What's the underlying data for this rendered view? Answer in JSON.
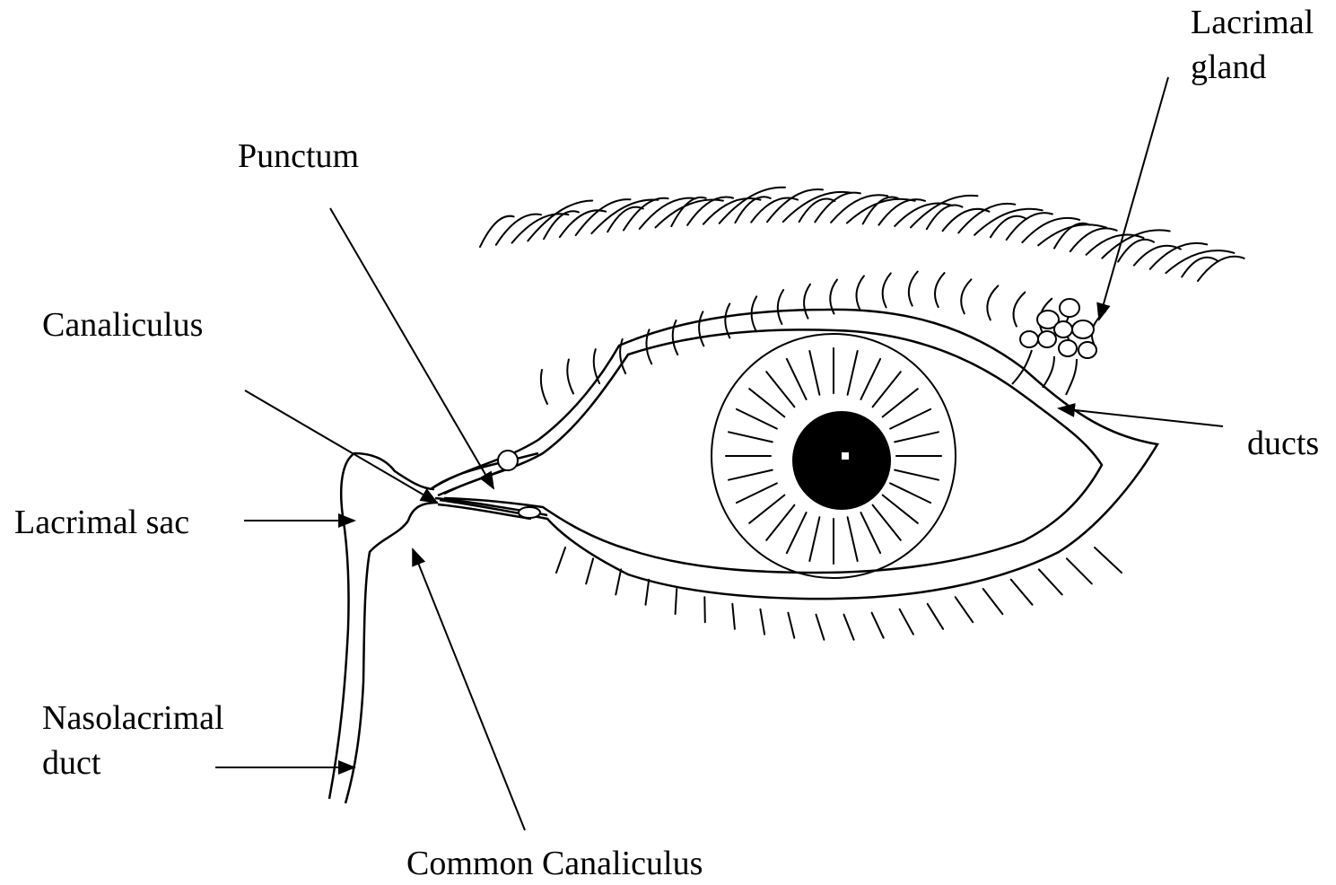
{
  "labels": {
    "lacrimal_gland": [
      "Lacrimal",
      "gland"
    ],
    "punctum": "Punctum",
    "canaliculus": "Canaliculus",
    "ducts": "ducts",
    "lacrimal_sac": "Lacrimal sac",
    "nasolacrimal_duct": [
      "Nasolacrimal",
      "duct"
    ],
    "common_canaliculus": "Common Canaliculus"
  },
  "colors": {
    "line": "#000000",
    "background": "#ffffff",
    "pupil": "#000000"
  }
}
